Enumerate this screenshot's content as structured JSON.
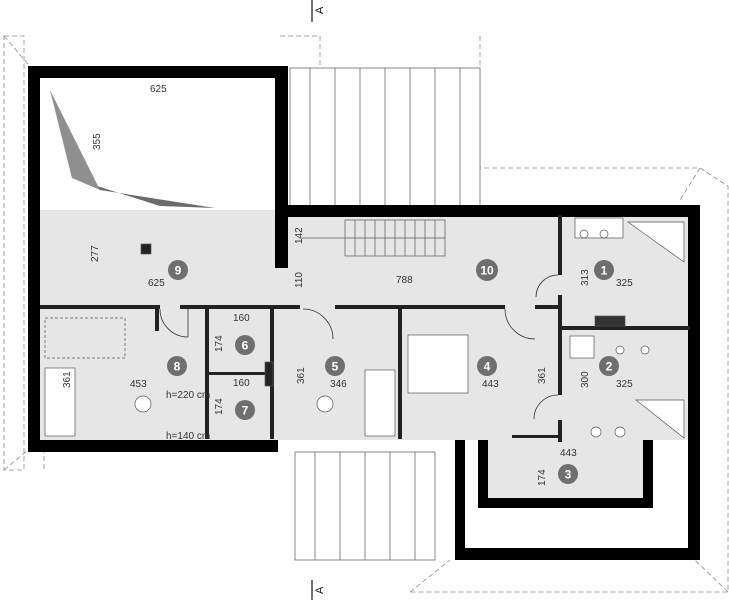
{
  "section_marker": "A",
  "rooms": [
    {
      "number": "1"
    },
    {
      "number": "2"
    },
    {
      "number": "3"
    },
    {
      "number": "4"
    },
    {
      "number": "5"
    },
    {
      "number": "6"
    },
    {
      "number": "7"
    },
    {
      "number": "8"
    },
    {
      "number": "9"
    },
    {
      "number": "10"
    }
  ],
  "dimensions": {
    "terrace_width": "625",
    "terrace_depth": "355",
    "room9_depth": "277",
    "room9_width": "625",
    "stair_a": "142",
    "stair_b": "110",
    "hall_width": "788",
    "room1_depth": "313",
    "room1_width": "325",
    "room2_depth": "300",
    "room2_width": "325",
    "room3_width": "443",
    "room3_depth": "174",
    "room4_depth": "361",
    "room4_width": "443",
    "room5_depth": "361",
    "room5_width": "346",
    "room6_width": "160",
    "room6_depth": "174",
    "room7_width": "160",
    "room7_depth": "174",
    "room8_depth": "361",
    "room8_width": "453",
    "height_220": "h=220 cm",
    "height_140": "h=140 cm"
  }
}
